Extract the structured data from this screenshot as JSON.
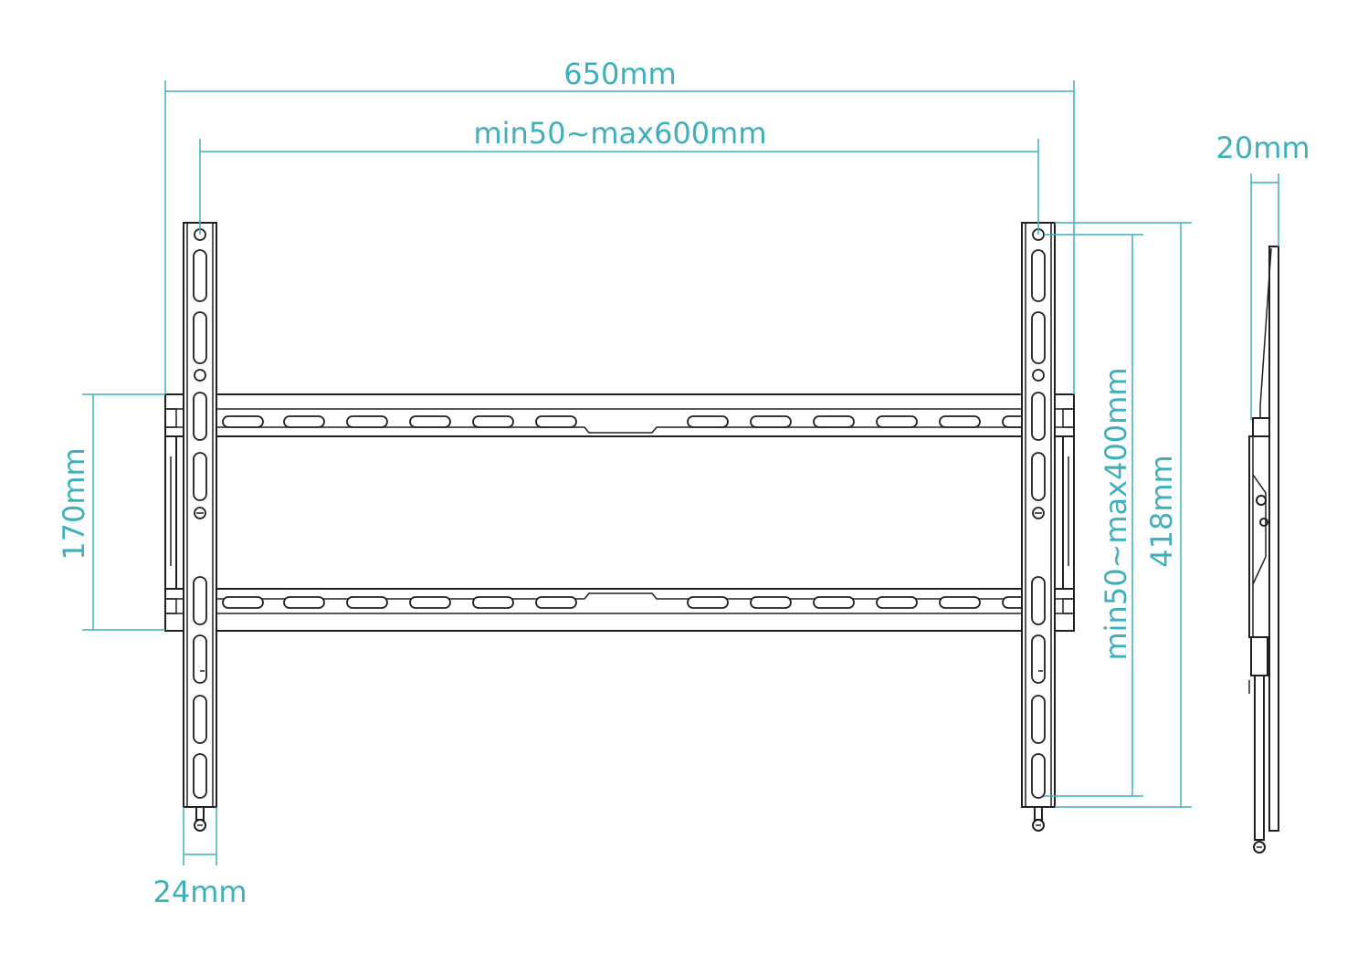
{
  "colors": {
    "dimension": "#3fb0bb",
    "line": "#231f20",
    "background": "#ffffff"
  },
  "dimensions": {
    "overall_width": "650mm",
    "vesa_horizontal": "min50~max600mm",
    "rail_spacing": "170mm",
    "vesa_vertical": "min50~max400mm",
    "overall_height": "418mm",
    "bracket_width": "24mm",
    "profile_depth": "20mm"
  }
}
